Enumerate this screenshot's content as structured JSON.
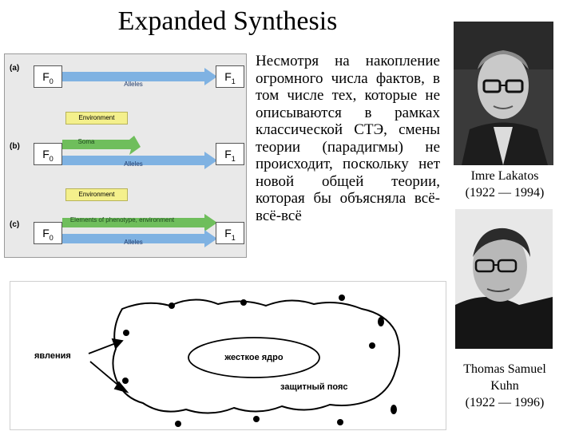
{
  "title": "Expanded Synthesis",
  "diagram": {
    "rows": [
      {
        "label": "(a)",
        "f_left": "F",
        "f_left_sub": "0",
        "f_right": "F",
        "f_right_sub": "1",
        "arrow_label": "Alleles"
      },
      {
        "label": "(b)",
        "f_left": "F",
        "f_left_sub": "0",
        "f_right": "F",
        "f_right_sub": "1",
        "env_label": "Environment",
        "soma_label": "Soma",
        "arrow_label": "Alleles"
      },
      {
        "label": "(c)",
        "f_left": "F",
        "f_left_sub": "0",
        "f_right": "F",
        "f_right_sub": "1",
        "env_label": "Environment",
        "green_label": "Elements of phenotype, environment",
        "arrow_label": "Alleles"
      }
    ],
    "colors": {
      "allele_arrow": "#7fb2e2",
      "green_arrow": "#6fbe5c",
      "environment_box": "#f4f08c"
    }
  },
  "body_text": "Несмотря на накопление огромного числа фактов, в том числе тех, которые не описываются в рамках классической СТЭ, смены теории (парадигмы) не происходит, поскольку нет новой общей теории, которая бы объясняла всё-всё-всё",
  "captions": {
    "lakatos": [
      "Imre Lakatos",
      "(1922 — 1994)"
    ],
    "kuhn": [
      "Thomas Samuel",
      "Kuhn",
      "(1922 — 1996)"
    ]
  },
  "lakatos_diagram": {
    "phenomena": "явления",
    "hard_core": "жесткое ядро",
    "protective_belt": "защитный пояс"
  }
}
